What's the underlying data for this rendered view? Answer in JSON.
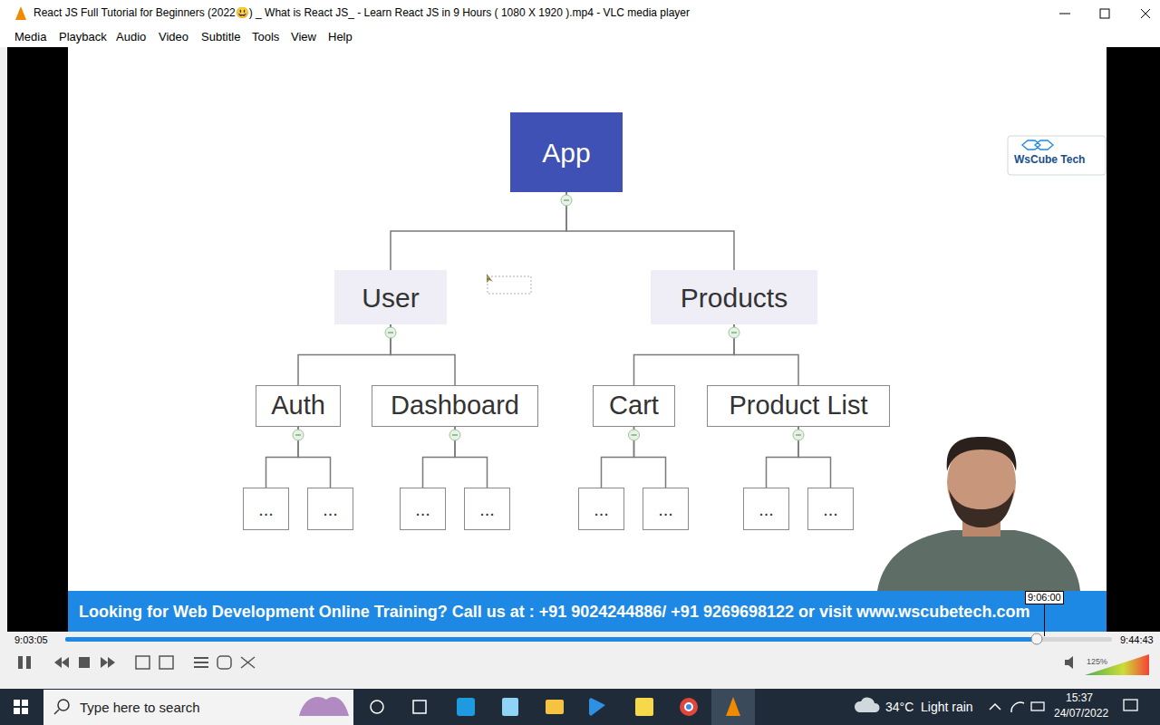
{
  "diagram": {
    "nodes": [
      {
        "text": [
          "App"
        ]
      },
      {
        "text": [
          "User"
        ]
      },
      {
        "text": [
          "Products"
        ]
      },
      {
        "text": [
          "Auth"
        ]
      },
      {
        "text": [
          "Dashboard"
        ]
      },
      {
        "text": [
          "Cart"
        ]
      },
      {
        "text": [
          "Product List"
        ]
      },
      {
        "text": [
          "..."
        ]
      },
      {
        "text": [
          "..."
        ]
      },
      {
        "text": [
          "..."
        ]
      },
      {
        "text": [
          "..."
        ]
      },
      {
        "text": [
          "..."
        ]
      },
      {
        "text": [
          "..."
        ]
      },
      {
        "text": [
          "..."
        ]
      },
      {
        "text": [
          "..."
        ]
      }
    ],
    "edges": [
      {
        "from": 0,
        "to": 1,
        "arrow": "none"
      },
      {
        "from": 0,
        "to": 2,
        "arrow": "none"
      },
      {
        "from": 1,
        "to": 3,
        "arrow": "none"
      },
      {
        "from": 1,
        "to": 4,
        "arrow": "none"
      },
      {
        "from": 2,
        "to": 5,
        "arrow": "none"
      },
      {
        "from": 2,
        "to": 6,
        "arrow": "none"
      },
      {
        "from": 3,
        "to": 7,
        "arrow": "none"
      },
      {
        "from": 3,
        "to": 8,
        "arrow": "none"
      },
      {
        "from": 4,
        "to": 9,
        "arrow": "none"
      },
      {
        "from": 4,
        "to": 10,
        "arrow": "none"
      },
      {
        "from": 5,
        "to": 11,
        "arrow": "none"
      },
      {
        "from": 5,
        "to": 12,
        "arrow": "none"
      },
      {
        "from": 6,
        "to": 13,
        "arrow": "none"
      },
      {
        "from": 6,
        "to": 14,
        "arrow": "none"
      }
    ],
    "labels": [
      "React JS Full Tutorial for Beginners (2022😃) _ What is React JS_ - Learn React JS in 9 Hours ( 1080 X 1920 ).mp4 - VLC media player",
      "Media",
      "Playback",
      "Audio",
      "Video",
      "Subtitle",
      "Tools",
      "View",
      "Help",
      "WsCube Tech",
      "Looking for Web Development Online Training? Call us at : +91 9024244886/ +91 9269698122 or visit www.wscubetech.com",
      "9:06:00",
      "9:03:05",
      "9:44:43",
      "125%",
      "Type here to search",
      "34°C",
      "Light rain",
      "15:37",
      "24/07/2022"
    ]
  }
}
